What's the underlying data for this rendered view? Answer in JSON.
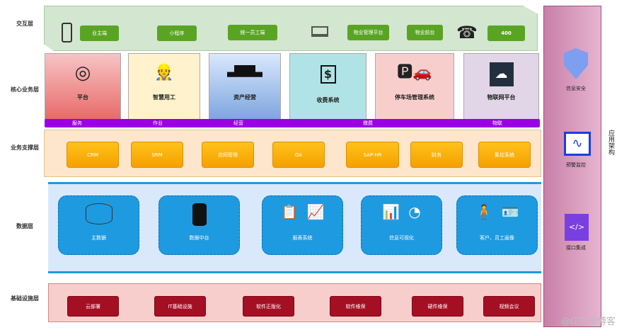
{
  "layers": {
    "interaction": "交互层",
    "core": "核心业务层",
    "support": "业务支撑层",
    "data": "数据层",
    "infra": "基础设施层"
  },
  "interaction": {
    "buttons": [
      "业主端",
      "小程序",
      "统一员工端",
      "物业管理平台",
      "物业前台",
      "400"
    ]
  },
  "core": {
    "cards": [
      "平台",
      "智慧用工",
      "资产经营",
      "收费系统",
      "停车场管理系统",
      "物联网平台"
    ],
    "bar": [
      "服务",
      "作业",
      "经营",
      "缴费",
      "物联"
    ]
  },
  "support": {
    "buttons": [
      "CRM",
      "SRM",
      "合同管理",
      "OA",
      "SAP-HR",
      "财务",
      "集控系统"
    ]
  },
  "data": {
    "cards": [
      "主数据",
      "数据中台",
      "报表系统",
      "信息可视化",
      "客户、员工画像"
    ]
  },
  "infra": {
    "buttons": [
      "云部署",
      "IT基础设施",
      "软件正版化",
      "软件维保",
      "硬件维保",
      "视频会议"
    ]
  },
  "pillar": {
    "items": [
      "信息安全",
      "预警监控",
      "接口集成"
    ],
    "title": "应用架构"
  },
  "watermark": "@ITPUB博客"
}
